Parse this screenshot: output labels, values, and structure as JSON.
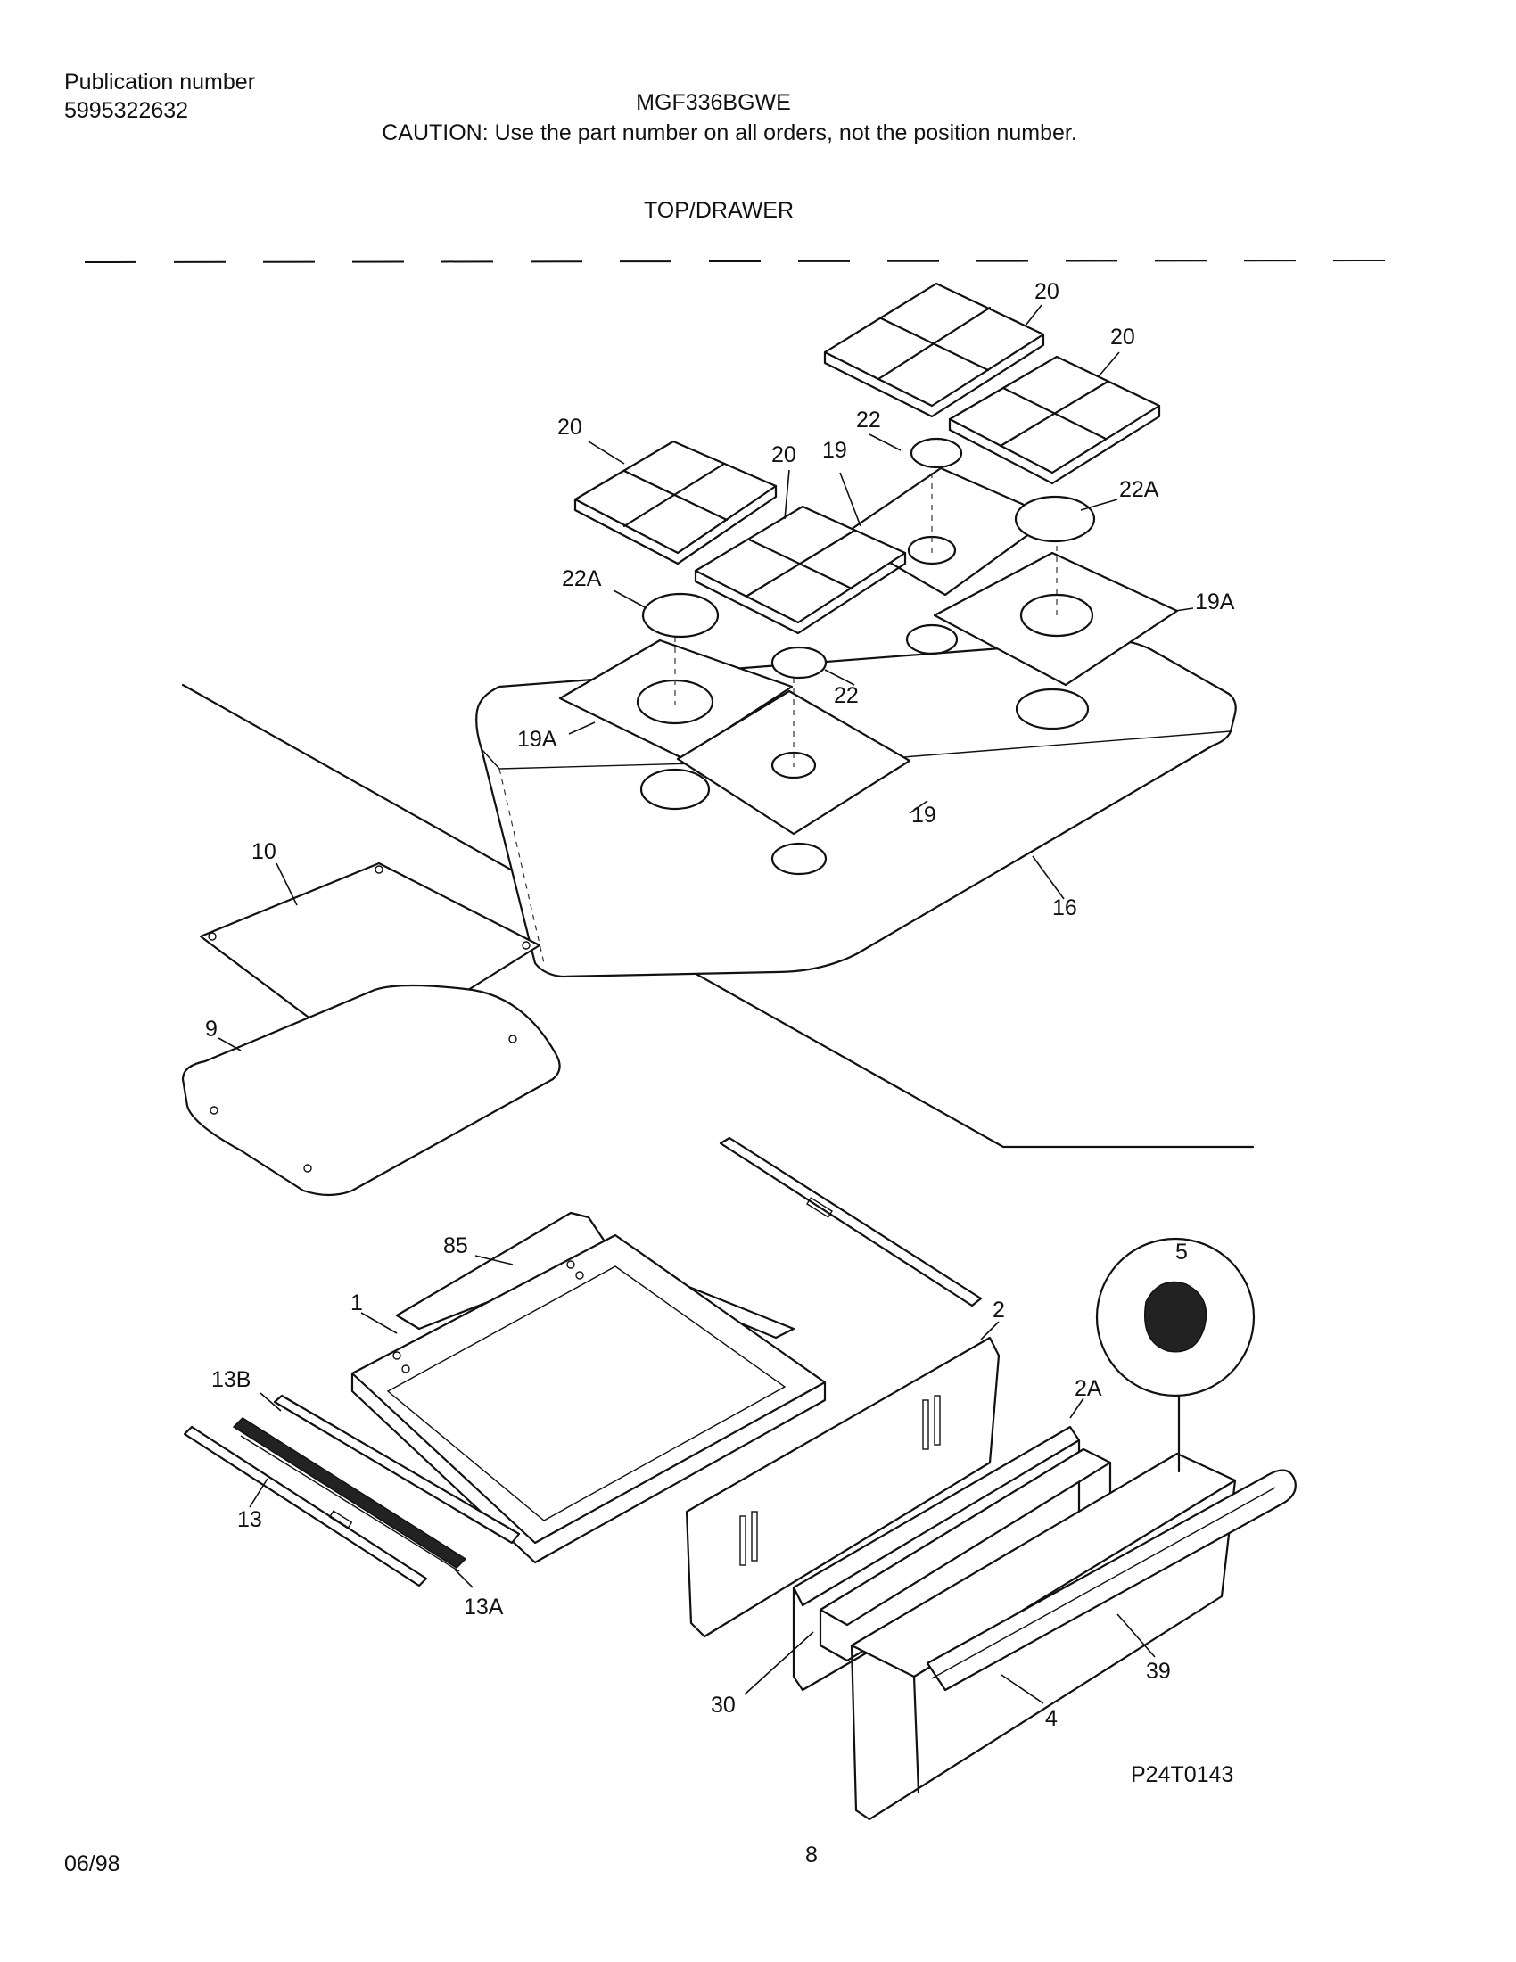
{
  "header": {
    "publication_label": "Publication number",
    "publication_number": "5995322632",
    "model": "MGF336BGWE",
    "caution": "CAUTION:  Use the part number on all orders, not the position number.",
    "section_title": "TOP/DRAWER"
  },
  "callouts": {
    "c20a": "20",
    "c20b": "20",
    "c20c": "20",
    "c20d": "20",
    "c22a": "22",
    "c22b": "22",
    "c22Aa": "22A",
    "c22Ab": "22A",
    "c19a": "19",
    "c19b": "19",
    "c19Aa": "19A",
    "c19Ab": "19A",
    "c16": "16",
    "c10": "10",
    "c9": "9",
    "c85": "85",
    "c1": "1",
    "c2": "2",
    "c2A": "2A",
    "c5": "5",
    "c13B": "13B",
    "c13": "13",
    "c13A": "13A",
    "c30": "30",
    "c4": "4",
    "c39": "39"
  },
  "figure_id": "P24T0143",
  "footer": {
    "date": "06/98",
    "page": "8"
  }
}
